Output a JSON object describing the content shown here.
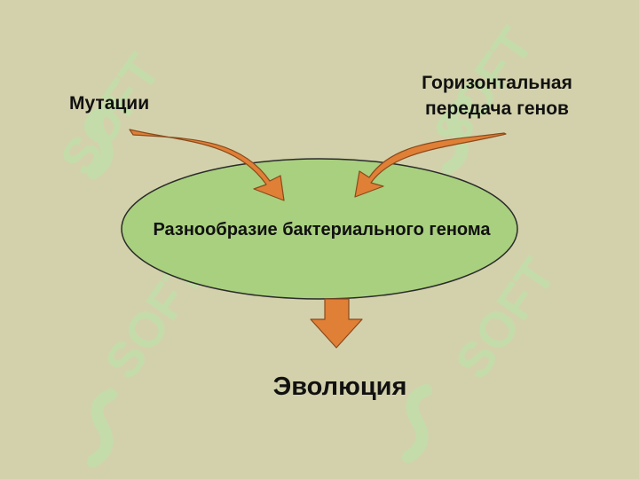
{
  "colors": {
    "background": "#d3d1ab",
    "ellipse_fill": "#a8d07e",
    "ellipse_stroke": "#2b2b2b",
    "arrow_fill": "#e07f36",
    "arrow_stroke": "#8a4a1c",
    "watermark": "#b8e6a8"
  },
  "diagram": {
    "source_left": "Мутации",
    "source_right_line1": "Горизонтальная",
    "source_right_line2": "передача генов",
    "center": "Разнообразие бактериального генома",
    "result": "Эволюция"
  },
  "watermark": {
    "text": "SOFT",
    "icon": "dollar-s-logo"
  }
}
